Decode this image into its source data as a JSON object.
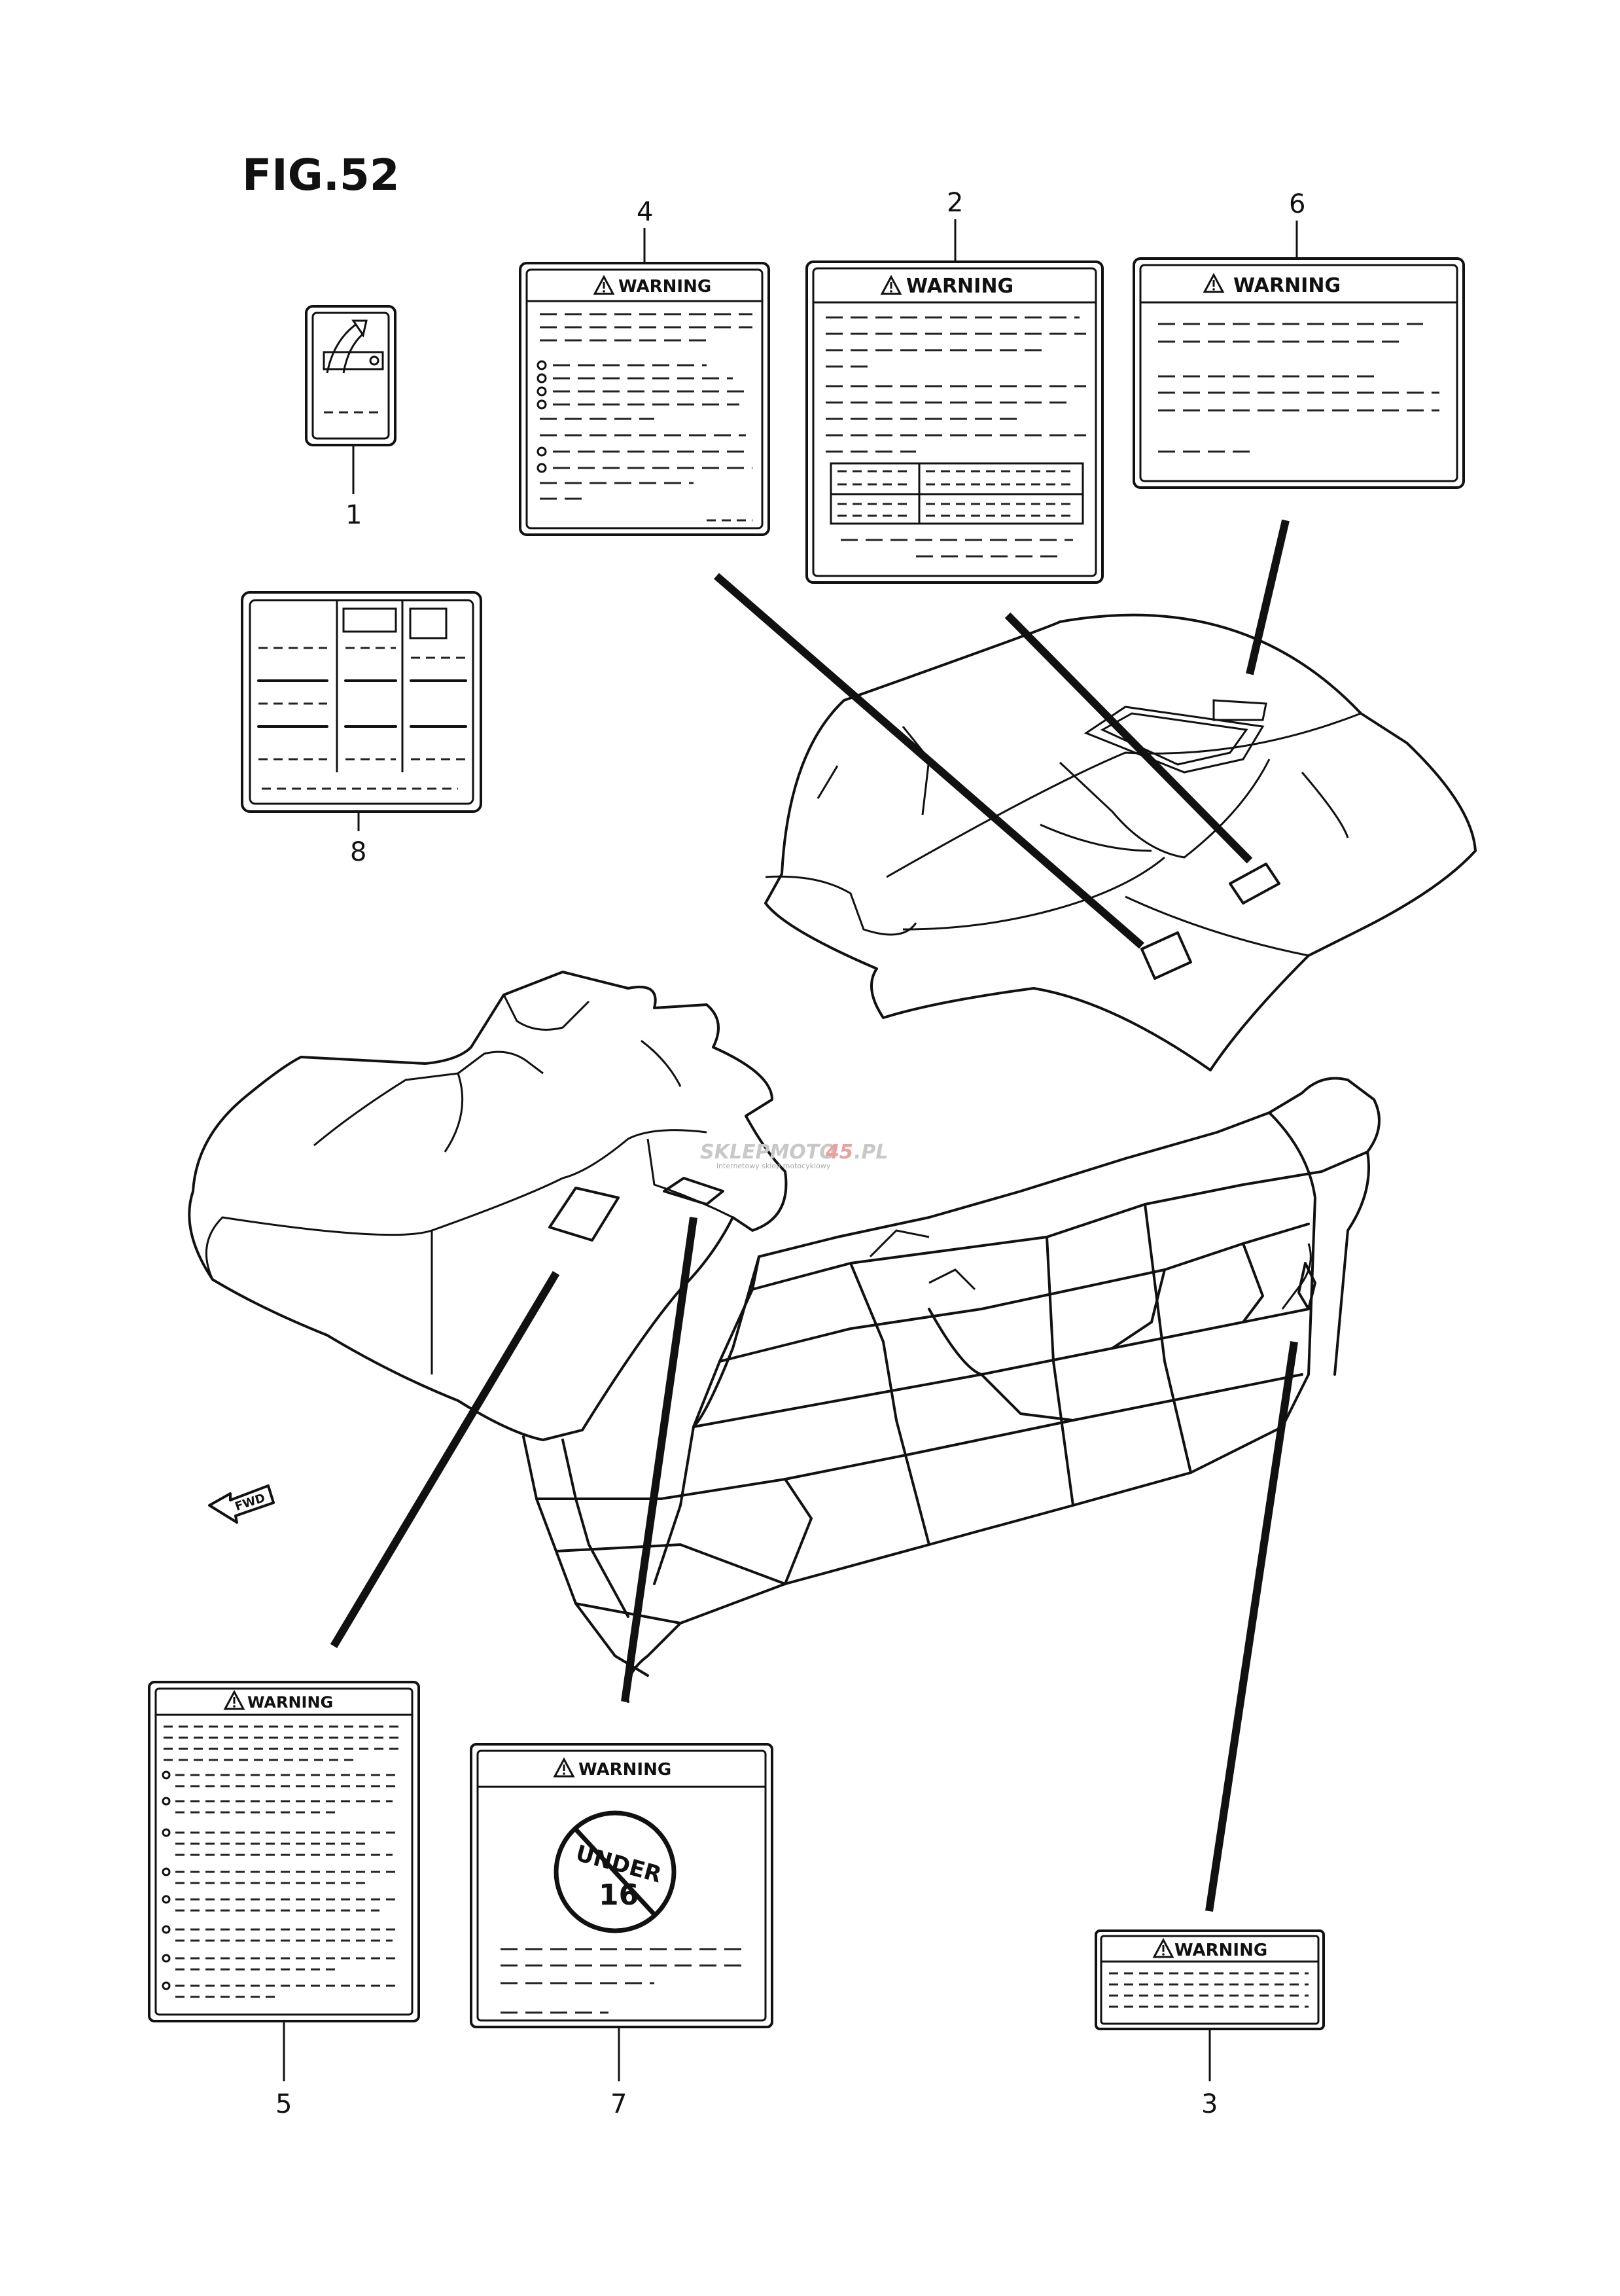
{
  "figure": {
    "title": "FIG.52"
  },
  "callouts": {
    "c1": "1",
    "c2": "2",
    "c3": "3",
    "c4": "4",
    "c5": "5",
    "c6": "6",
    "c7": "7",
    "c8": "8"
  },
  "labels": {
    "warning": "WARNING",
    "under": "UNDER",
    "age": "16",
    "fwd": "FWD"
  },
  "watermark": {
    "text_a": "SKLEPMOTO",
    "text_b": "45",
    "text_c": ".PL",
    "subtitle": "internetowy sklep motocyklowy"
  },
  "colors": {
    "line": "#111111",
    "watermark_gray": "#bdbdbd",
    "watermark_accent": "#e9a0a0"
  }
}
